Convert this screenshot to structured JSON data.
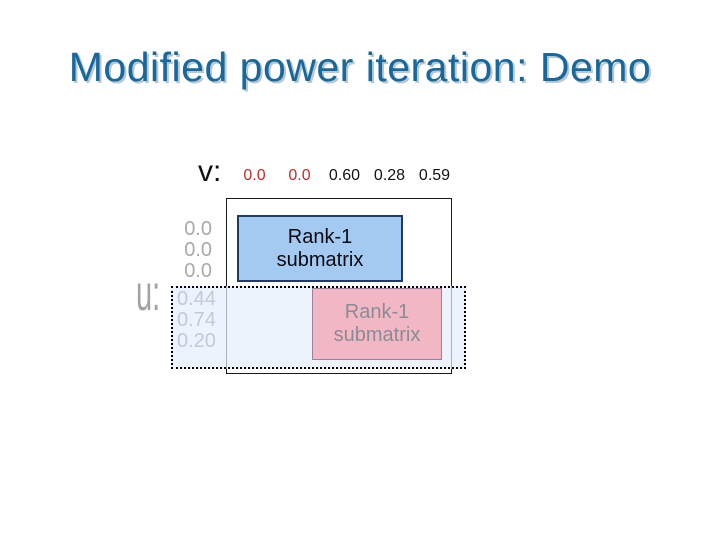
{
  "slide": {
    "title": "Modified power iteration: Demo",
    "v": {
      "label": "v:",
      "values": [
        {
          "text": "0.0",
          "emphasis": "red"
        },
        {
          "text": "0.0",
          "emphasis": "red"
        },
        {
          "text": "0.60",
          "emphasis": "none"
        },
        {
          "text": "0.28",
          "emphasis": "none"
        },
        {
          "text": "0.59",
          "emphasis": "none"
        }
      ]
    },
    "u": {
      "label": "u:",
      "zero_values": [
        "0.0",
        "0.0",
        "0.0"
      ],
      "active_values": [
        "0.44",
        "0.74",
        "0.20"
      ]
    },
    "matrix": {
      "top_block": {
        "line1": "Rank-1",
        "line2": "submatrix"
      },
      "bottom_block": {
        "line1": "Rank-1",
        "line2": "submatrix"
      }
    },
    "colors": {
      "title": "#18699b",
      "highlight_red": "#c02b2b",
      "top_block_fill": "#a4caf2",
      "top_block_border": "#203a66",
      "bottom_block_fill": "#f2b7c4",
      "bottom_block_border": "#9b8298",
      "selection_fill": "rgba(228,238,252,0.72)"
    }
  }
}
